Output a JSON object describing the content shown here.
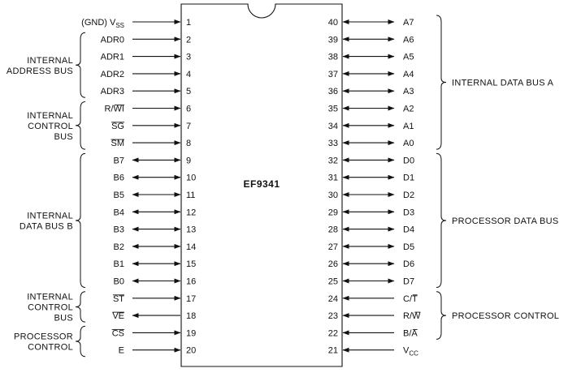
{
  "chip": {
    "name": "EF9341"
  },
  "left_pins": [
    {
      "num": "1",
      "label": "(GND) V",
      "sub": "SS",
      "dir": "in"
    },
    {
      "num": "2",
      "label": "ADR0",
      "dir": "in"
    },
    {
      "num": "3",
      "label": "ADR1",
      "dir": "in"
    },
    {
      "num": "4",
      "label": "ADR2",
      "dir": "in"
    },
    {
      "num": "5",
      "label": "ADR3",
      "dir": "in"
    },
    {
      "num": "6",
      "label": "R/WI",
      "dir": "in",
      "overbar_from": 2
    },
    {
      "num": "7",
      "label": "SG",
      "dir": "in",
      "overbar_from": 0
    },
    {
      "num": "8",
      "label": "SM",
      "dir": "in",
      "overbar_from": 0
    },
    {
      "num": "9",
      "label": "B7",
      "dir": "bi"
    },
    {
      "num": "10",
      "label": "B6",
      "dir": "bi"
    },
    {
      "num": "11",
      "label": "B5",
      "dir": "bi"
    },
    {
      "num": "12",
      "label": "B4",
      "dir": "bi"
    },
    {
      "num": "13",
      "label": "B3",
      "dir": "bi"
    },
    {
      "num": "14",
      "label": "B2",
      "dir": "bi"
    },
    {
      "num": "15",
      "label": "B1",
      "dir": "bi"
    },
    {
      "num": "16",
      "label": "B0",
      "dir": "bi"
    },
    {
      "num": "17",
      "label": "ST",
      "dir": "in",
      "overbar_from": 0
    },
    {
      "num": "18",
      "label": "VE",
      "dir": "out",
      "overbar_from": 0
    },
    {
      "num": "19",
      "label": "CS",
      "dir": "in",
      "overbar_from": 0
    },
    {
      "num": "20",
      "label": "E",
      "dir": "in"
    }
  ],
  "right_pins": [
    {
      "num": "40",
      "label": "A7",
      "dir": "bi"
    },
    {
      "num": "39",
      "label": "A6",
      "dir": "bi"
    },
    {
      "num": "38",
      "label": "A5",
      "dir": "bi"
    },
    {
      "num": "37",
      "label": "A4",
      "dir": "bi"
    },
    {
      "num": "36",
      "label": "A3",
      "dir": "bi"
    },
    {
      "num": "35",
      "label": "A2",
      "dir": "bi"
    },
    {
      "num": "34",
      "label": "A1",
      "dir": "bi"
    },
    {
      "num": "33",
      "label": "A0",
      "dir": "bi"
    },
    {
      "num": "32",
      "label": "D0",
      "dir": "bi"
    },
    {
      "num": "31",
      "label": "D1",
      "dir": "bi"
    },
    {
      "num": "30",
      "label": "D2",
      "dir": "bi"
    },
    {
      "num": "29",
      "label": "D3",
      "dir": "bi"
    },
    {
      "num": "28",
      "label": "D4",
      "dir": "bi"
    },
    {
      "num": "27",
      "label": "D5",
      "dir": "bi"
    },
    {
      "num": "26",
      "label": "D6",
      "dir": "bi"
    },
    {
      "num": "25",
      "label": "D7",
      "dir": "bi"
    },
    {
      "num": "24",
      "label": "C/T",
      "dir": "in",
      "overbar_from": 2
    },
    {
      "num": "23",
      "label": "R/W",
      "dir": "in",
      "overbar_from": 2
    },
    {
      "num": "22",
      "label": "B/A",
      "dir": "in",
      "overbar_from": 2
    },
    {
      "num": "21",
      "label": "V",
      "sub": "CC",
      "dir": "in"
    }
  ],
  "left_groups": [
    {
      "lines": [
        "INTERNAL",
        "ADDRESS BUS"
      ],
      "from_pin": 2,
      "to_pin": 5
    },
    {
      "lines": [
        "INTERNAL",
        "CONTROL",
        "BUS"
      ],
      "from_pin": 6,
      "to_pin": 8
    },
    {
      "lines": [
        "INTERNAL",
        "DATA BUS B"
      ],
      "from_pin": 9,
      "to_pin": 16
    },
    {
      "lines": [
        "INTERNAL",
        "CONTROL",
        "BUS"
      ],
      "from_pin": 17,
      "to_pin": 18
    },
    {
      "lines": [
        "PROCESSOR",
        "CONTROL"
      ],
      "from_pin": 19,
      "to_pin": 20
    }
  ],
  "right_groups": [
    {
      "lines": [
        "INTERNAL DATA BUS A"
      ],
      "from_pin": 1,
      "to_pin": 8
    },
    {
      "lines": [
        "PROCESSOR DATA BUS"
      ],
      "from_pin": 9,
      "to_pin": 16
    },
    {
      "lines": [
        "PROCESSOR CONTROL"
      ],
      "from_pin": 17,
      "to_pin": 19
    }
  ]
}
